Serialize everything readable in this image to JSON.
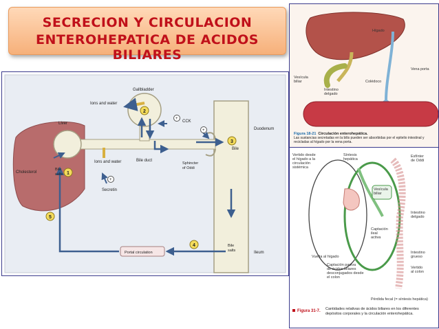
{
  "title": {
    "line1": "SECRECION  Y CIRCULACION",
    "line2": "ENTEROHEPATICA DE ACIDOS BILIARES"
  },
  "diagram1": {
    "gallbladder": "Gallbladder",
    "ions_water_top": "Ions and water",
    "ions_water_mid": "Ions and water",
    "liver": "Liver",
    "cholesterol": "Cholesterol",
    "bile_salts_left": "Bile\nsalts",
    "bile_duct": "Bile duct",
    "secretin": "Secretin",
    "cck": "CCK",
    "sphincter": "Sphincter\nof Oddi",
    "duodenum": "Duodenum",
    "bile": "Bile",
    "bile_salts_right": "Bile\nsalts",
    "ileum": "Ileum",
    "portal": "Portal circulation",
    "steps": [
      "1",
      "2",
      "3",
      "4",
      "5"
    ],
    "plus": "+"
  },
  "diagram2": {
    "higado": "Hígado",
    "vena_porta": "Vena porta",
    "vesicula": "Vesícula\nbiliar",
    "coledoco": "Colédoco",
    "intestino": "Intestino\ndelgado",
    "fig_num": "Figura 18-21",
    "fig_title": "Circulación enterohepática.",
    "caption": "Las sustancias secretadas en la bilis pueden ser absorbidas por el epitelio intestinal y recicladas al hígado por la vena porta."
  },
  "diagram3": {
    "vertido": "Vertido desde\nel hígado a la\ncirculación\nsistémica",
    "sintesis": "Síntesis\nhepática",
    "esfinter": "Esfínter\nde Oddi",
    "vesicula": "Vesícula\nbiliar",
    "intestino_delgado": "Intestino\ndelgado",
    "captacion_ileal": "Captación\nileal\nactiva",
    "vuelta": "Vuelta al hígado",
    "intestino_grueso": "Intestino\ngrueso",
    "vertido_colon": "Vertido\nal colon",
    "captacion_pasiva": "Captación pasiva\nde ácidos biliares\ndesconjugados desde\nel colon",
    "perdida": "Pérdida fecal (= síntesis hepática)",
    "fig_num": "Figura 31-7.",
    "caption": "Cantidades relativas de ácidos biliares en los diferentes depósitos corporales y la circulación enterohepática."
  },
  "colors": {
    "title_red": "#c0101a",
    "title_bg": "#f6b07a",
    "liver": "#b86c6c",
    "duct": "#f2efdc",
    "arrow_blue": "#6a8bb5",
    "panel_border": "#3a3a8c",
    "green": "#4a9a4a",
    "fig_red": "#c0101a"
  }
}
